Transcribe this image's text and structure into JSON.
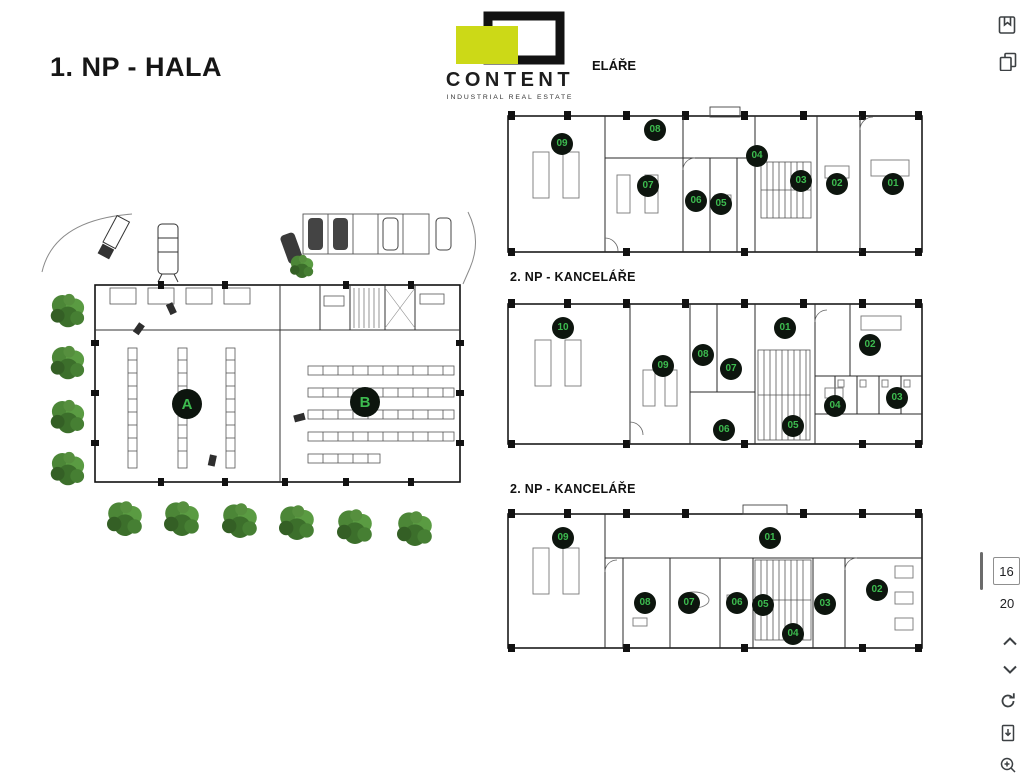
{
  "colors": {
    "accent_green": "#3dbb4f",
    "badge_bg": "#0d150e",
    "logo_yellow": "#ccd917",
    "icon_gray": "#3c4043"
  },
  "doc": {
    "title": "1. NP - HALA",
    "logo": {
      "name": "CONTENT",
      "tagline": "INDUSTRIAL REAL ESTATE"
    },
    "header_clipped_label": "ELÁŘE",
    "section_label_middle": "2. NP - KANCELÁŘE",
    "section_label_bottom": "2. NP - KANCELÁŘE",
    "hall": {
      "zone_a": "A",
      "zone_b": "B"
    },
    "plans": {
      "top": {
        "badges": [
          "09",
          "08",
          "07",
          "06",
          "05",
          "04",
          "03",
          "02",
          "01"
        ]
      },
      "middle": {
        "badges": [
          "10",
          "01",
          "09",
          "08",
          "07",
          "02",
          "04",
          "03",
          "06",
          "05"
        ]
      },
      "bottom": {
        "badges": [
          "09",
          "01",
          "08",
          "07",
          "06",
          "05",
          "03",
          "02",
          "04"
        ]
      }
    }
  },
  "viewer": {
    "current_page": "16",
    "total_pages": "20",
    "toolbar_icons": [
      "bookmark-icon",
      "copy-icon",
      "page-up-icon",
      "page-down-icon",
      "refresh-icon",
      "download-icon",
      "zoom-icon"
    ]
  }
}
